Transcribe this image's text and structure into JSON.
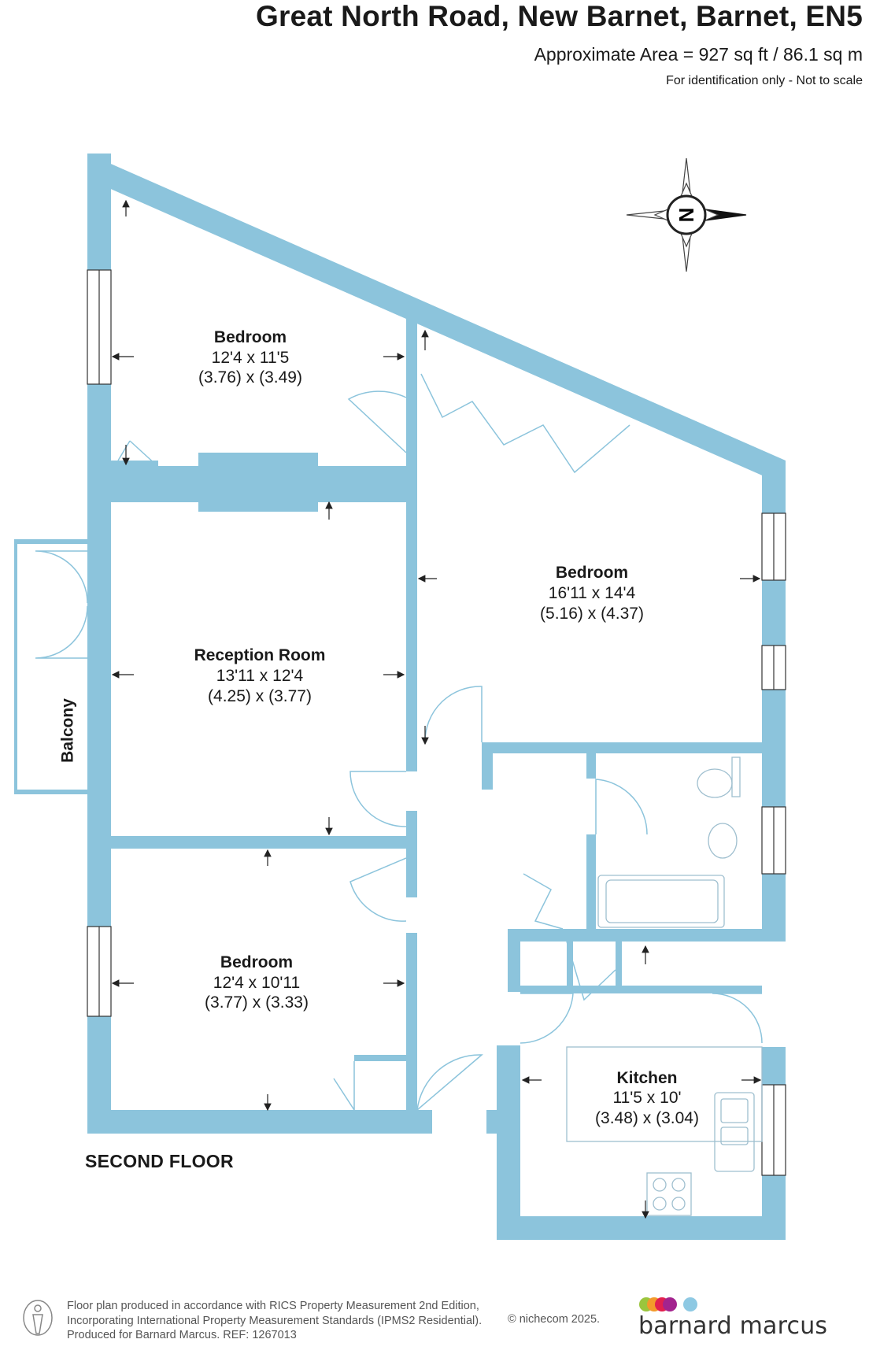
{
  "header": {
    "title": "Great North Road, New Barnet, Barnet, EN5",
    "area": "Approximate Area = 927 sq ft / 86.1 sq m",
    "note": "For identification only - Not to scale"
  },
  "compass": {
    "label": "N",
    "icon": "compass-icon"
  },
  "rooms": {
    "bedroom1": {
      "name": "Bedroom",
      "imperial": "12'4 x 11'5",
      "metric": "(3.76) x (3.49)"
    },
    "bedroom2": {
      "name": "Bedroom",
      "imperial": "16'11 x 14'4",
      "metric": "(5.16) x (4.37)"
    },
    "reception": {
      "name": "Reception Room",
      "imperial": "13'11 x 12'4",
      "metric": "(4.25) x (3.77)"
    },
    "bedroom3": {
      "name": "Bedroom",
      "imperial": "12'4 x 10'11",
      "metric": "(3.77) x (3.33)"
    },
    "kitchen": {
      "name": "Kitchen",
      "imperial": "11'5 x 10'",
      "metric": "(3.48) x (3.04)"
    },
    "balcony": {
      "name": "Balcony"
    }
  },
  "floor_label": "SECOND FLOOR",
  "footer": {
    "line1": "Floor plan produced in accordance with RICS Property Measurement 2nd Edition,",
    "line2": "Incorporating International Property Measurement Standards (IPMS2 Residential).",
    "line3": "Produced for Barnard Marcus.   REF: 1267013",
    "copyright": "© nichecom 2025.",
    "brand": "barnard marcus"
  },
  "colors": {
    "wall": "#8cc4dc",
    "brand_green": "#9bc53d",
    "brand_orange": "#f39a2b",
    "brand_red": "#e2204f",
    "brand_purple": "#a3238e",
    "brand_blue": "#8ec9e3"
  }
}
